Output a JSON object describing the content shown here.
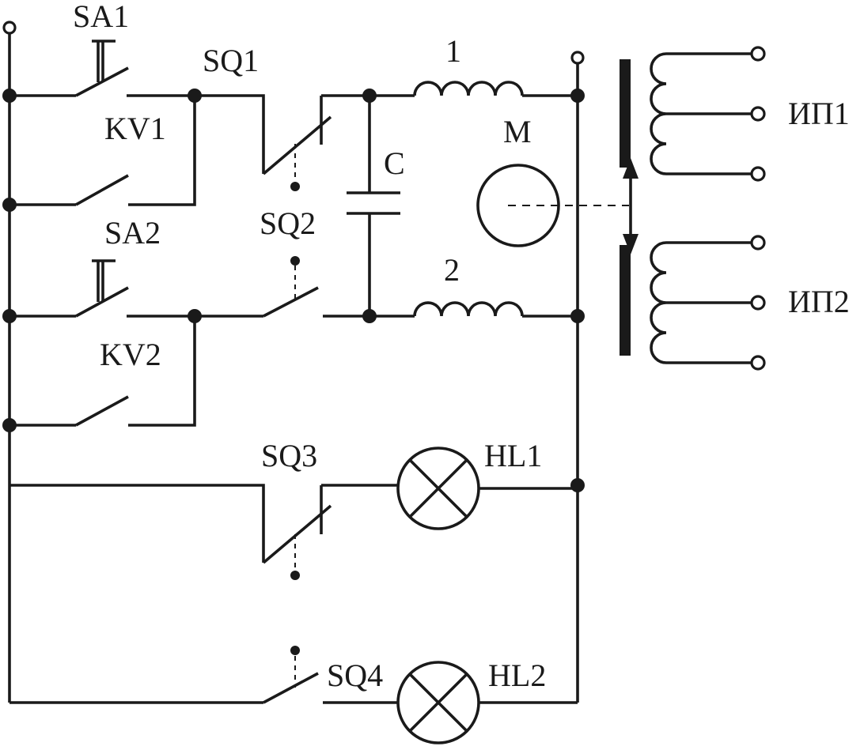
{
  "labels": {
    "sa1": "SA1",
    "sq1": "SQ1",
    "kv1": "KV1",
    "sa2": "SA2",
    "sq2": "SQ2",
    "kv2": "KV2",
    "coil1": "1",
    "coil2": "2",
    "cap": "C",
    "motor": "M",
    "ip1": "ИП1",
    "ip2": "ИП2",
    "sq3": "SQ3",
    "hl1": "HL1",
    "sq4": "SQ4",
    "hl2": "HL2"
  }
}
